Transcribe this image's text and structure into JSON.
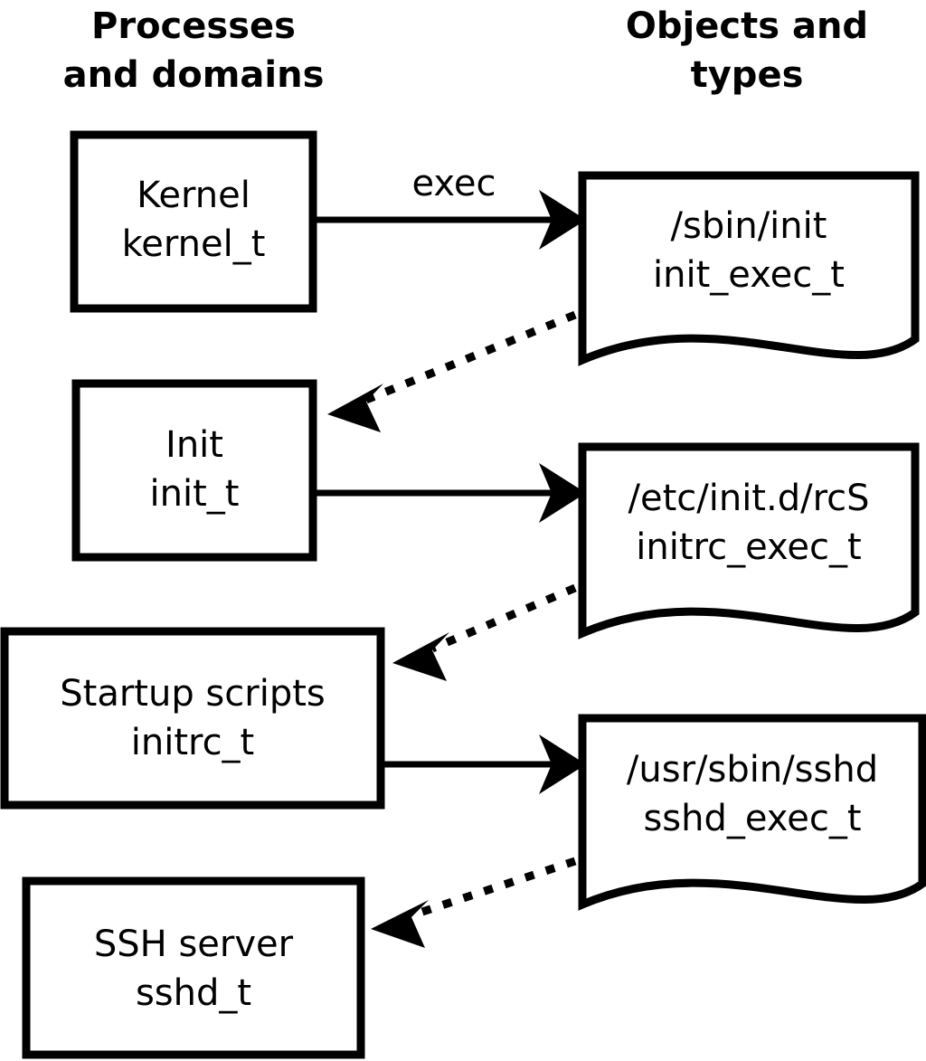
{
  "diagram": {
    "title_visible": false,
    "background_color": "#ffffff",
    "stroke_color": "#000000",
    "columns": [
      {
        "id": "processes",
        "header_line1": "Processes",
        "header_line2": "and domains"
      },
      {
        "id": "objects",
        "header_line1": "Objects and",
        "header_line2": "types"
      }
    ],
    "process_nodes": [
      {
        "id": "kernel",
        "line1": "Kernel",
        "line2": "kernel_t"
      },
      {
        "id": "init",
        "line1": "Init",
        "line2": "init_t"
      },
      {
        "id": "initrc",
        "line1": "Startup scripts",
        "line2": "initrc_t"
      },
      {
        "id": "sshd",
        "line1": "SSH server",
        "line2": "sshd_t"
      }
    ],
    "object_nodes": [
      {
        "id": "init_exec",
        "line1": "/sbin/init",
        "line2": "init_exec_t"
      },
      {
        "id": "initrc_exec",
        "line1": "/etc/init.d/rcS",
        "line2": "initrc_exec_t"
      },
      {
        "id": "sshd_exec",
        "line1": "/usr/sbin/sshd",
        "line2": "sshd_exec_t"
      }
    ],
    "edges": [
      {
        "id": "kernel-exec-init_exec",
        "from": "kernel",
        "to": "init_exec",
        "style": "solid",
        "label": "exec"
      },
      {
        "id": "init_exec-transition-init",
        "from": "init_exec",
        "to": "init",
        "style": "dotted",
        "label": ""
      },
      {
        "id": "init-exec-initrc_exec",
        "from": "init",
        "to": "initrc_exec",
        "style": "solid",
        "label": ""
      },
      {
        "id": "initrc_exec-transition-initrc",
        "from": "initrc_exec",
        "to": "initrc",
        "style": "dotted",
        "label": ""
      },
      {
        "id": "initrc-exec-sshd_exec",
        "from": "initrc",
        "to": "sshd_exec",
        "style": "solid",
        "label": ""
      },
      {
        "id": "sshd_exec-transition-sshd",
        "from": "sshd_exec",
        "to": "sshd",
        "style": "dotted",
        "label": ""
      }
    ]
  }
}
